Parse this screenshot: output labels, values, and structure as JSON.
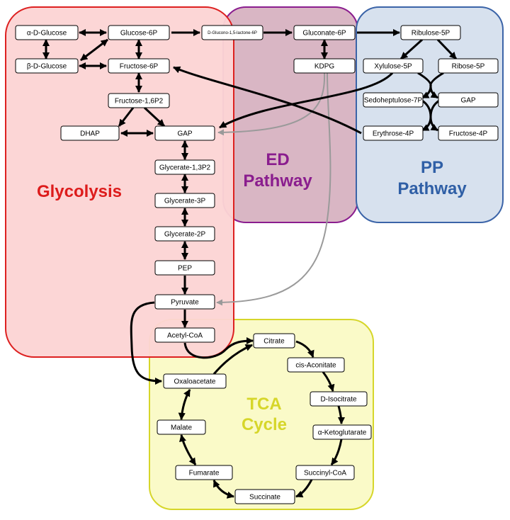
{
  "regions": {
    "glycolysis": {
      "label": "Glycolysis",
      "color": "#dd1c1c",
      "fill": "#fcd4d4",
      "stroke": "#dd2020"
    },
    "ed": {
      "line1": "ED",
      "line2": "Pathway",
      "color": "#8a1d8e",
      "fill": "#d9b6c4",
      "stroke": "#8a1d8e"
    },
    "pp": {
      "line1": "PP",
      "line2": "Pathway",
      "color": "#2f5fa6",
      "fill": "#d7e1ee",
      "stroke": "#3b64a8"
    },
    "tca": {
      "line1": "TCA",
      "line2": "Cycle",
      "color": "#d6d62a",
      "fill": "#fafac8",
      "stroke": "#d6d62a"
    }
  },
  "nodes": {
    "alpha_glucose": "α-D-Glucose",
    "beta_glucose": "β-D-Glucose",
    "glucose_6p": "Glucose-6P",
    "fructose_6p": "Fructose-6P",
    "fructose_16p2": "Fructose-1,6P2",
    "dhap": "DHAP",
    "gap_glyc": "GAP",
    "glycerate_13p2": "Glycerate-1,3P2",
    "glycerate_3p": "Glycerate-3P",
    "glycerate_2p": "Glycerate-2P",
    "pep": "PEP",
    "pyruvate": "Pyruvate",
    "acetyl_coa": "Acetyl-CoA",
    "gluconolactone": "D-Glucono-1,5-lactone-6P",
    "gluconate_6p": "Gluconate-6P",
    "kdpg": "KDPG",
    "ribulose_5p": "Ribulose-5P",
    "xylulose_5p": "Xylulose-5P",
    "ribose_5p": "Ribose-5P",
    "sedoheptulose_7p": "Sedoheptulose-7P",
    "gap_pp": "GAP",
    "erythrose_4p": "Erythrose-4P",
    "fructose_4p": "Fructose-4P",
    "citrate": "Citrate",
    "cis_aconitate": "cis-Aconitate",
    "d_isocitrate": "D-Isocitrate",
    "a_ketoglutarate": "α-Ketoglutarate",
    "succinyl_coa": "Succinyl-CoA",
    "succinate": "Succinate",
    "fumarate": "Fumarate",
    "malate": "Malate",
    "oxaloacetate": "Oxaloacetate"
  }
}
